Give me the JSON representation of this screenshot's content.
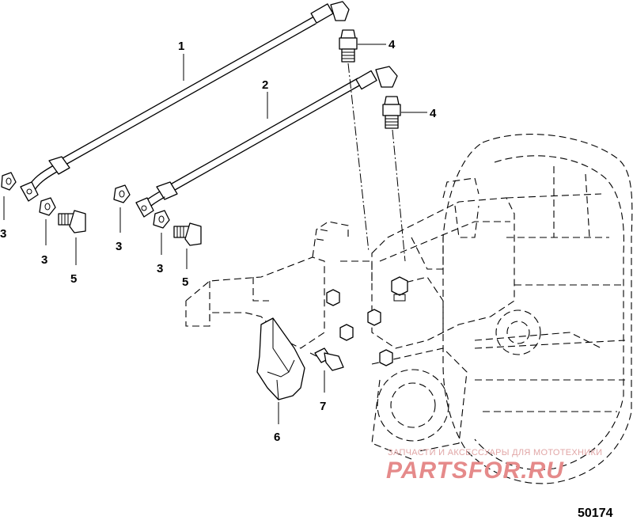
{
  "figure_number": "50174",
  "watermark": {
    "caption": "ЗАПЧАСТИ И АКСЕССУАРЫ ДЛЯ МОТОТЕХНИКИ",
    "brand": "PARTSFOR.RU"
  },
  "callouts": [
    {
      "id": "c1",
      "label": "1"
    },
    {
      "id": "c2",
      "label": "2"
    },
    {
      "id": "c3a",
      "label": "3"
    },
    {
      "id": "c3b",
      "label": "3"
    },
    {
      "id": "c3c",
      "label": "3"
    },
    {
      "id": "c3d",
      "label": "3"
    },
    {
      "id": "c4a",
      "label": "4"
    },
    {
      "id": "c4b",
      "label": "4"
    },
    {
      "id": "c5a",
      "label": "5"
    },
    {
      "id": "c5b",
      "label": "5"
    },
    {
      "id": "c6",
      "label": "6"
    },
    {
      "id": "c7",
      "label": "7"
    }
  ]
}
